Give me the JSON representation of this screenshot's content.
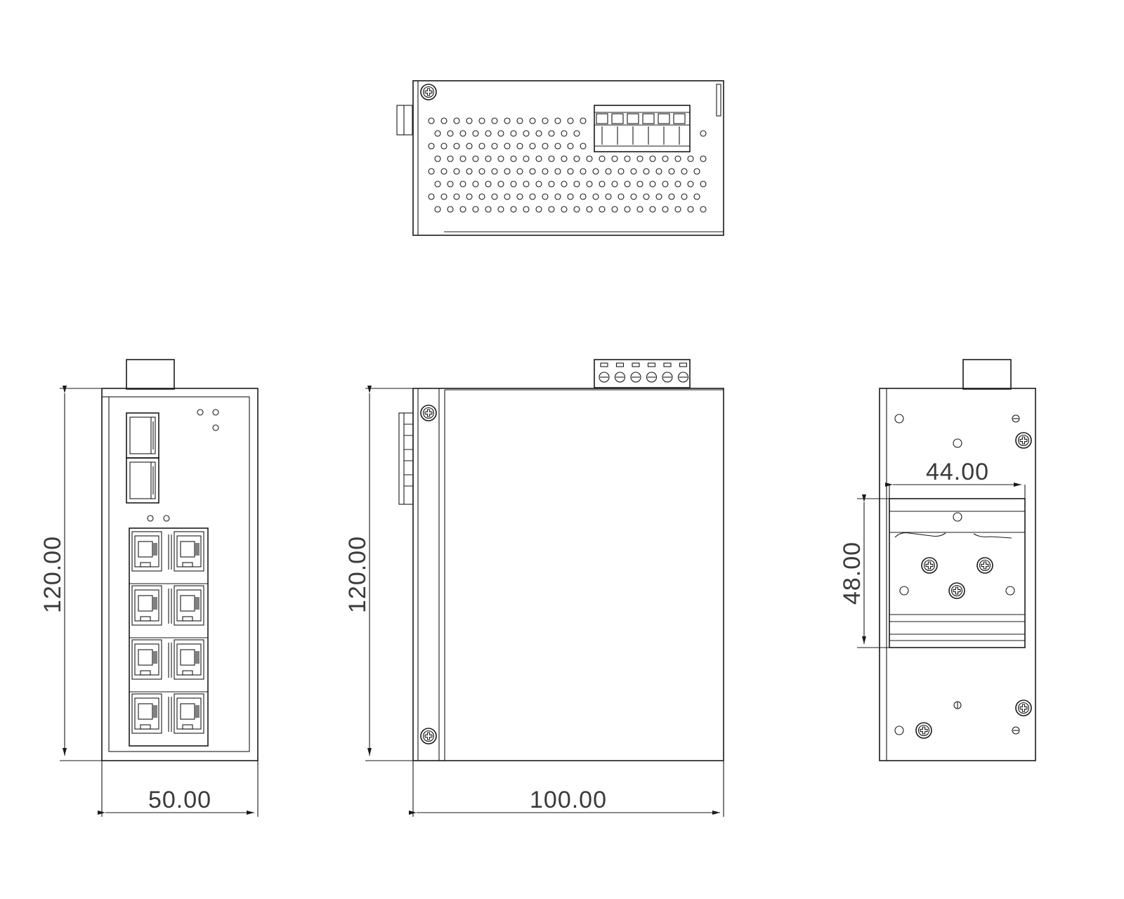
{
  "drawing": {
    "dimensions": {
      "front_width": "50.00",
      "front_height": "120.00",
      "side_depth": "100.00",
      "side_height": "120.00",
      "din_rail_width": "44.00",
      "din_rail_height": "48.00"
    }
  }
}
